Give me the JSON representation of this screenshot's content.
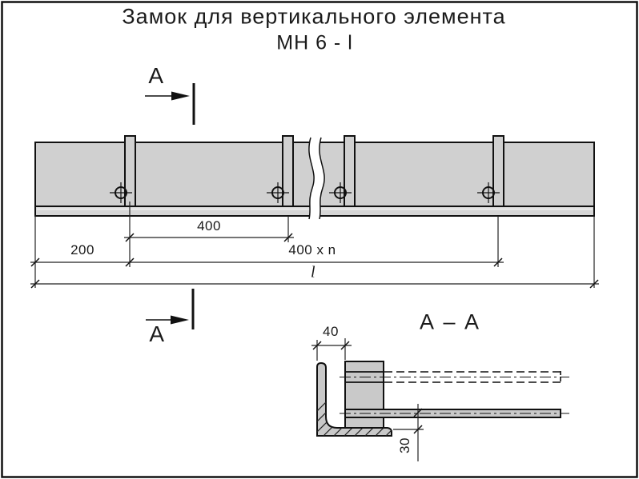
{
  "drawing": {
    "title_line1": "Замок для вертикального элемента",
    "title_line2": "МН 6 - l",
    "section_marker": {
      "top_label": "А",
      "bottom_label": "А"
    },
    "plan_view": {
      "dim_spacing": "400",
      "dim_offset": "200",
      "dim_repeat": "400 x n",
      "dim_total_length": "l"
    },
    "section_view": {
      "title": "А – А",
      "dim_width": "40",
      "dim_height": "30"
    },
    "colors": {
      "steel_fill": "#d0d0d0",
      "section_fill": "#c9c9c9",
      "line": "#1a1a1a",
      "background": "#ffffff"
    }
  }
}
